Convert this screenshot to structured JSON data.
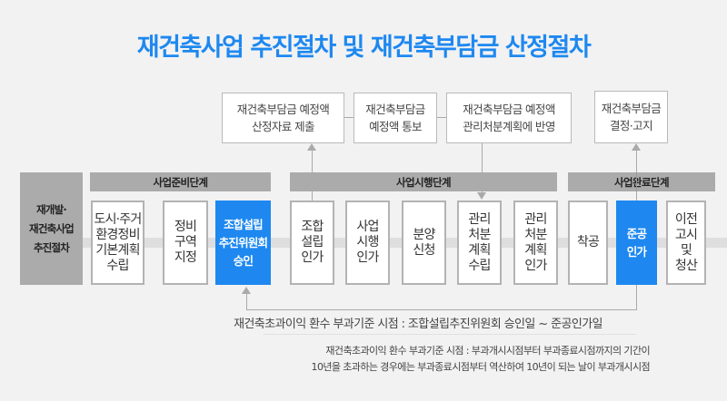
{
  "title": "재건축사업 추진절차 및 재건축부담금 산정절차",
  "top_boxes": [
    {
      "label": "재건축부담금 예정액\n산정자료 제출"
    },
    {
      "label": "재건축부담금\n예정액 통보"
    },
    {
      "label": "재건축부담금 예정액\n관리처분계획에 반영"
    },
    {
      "label": "재건축부담금\n결정·고지"
    }
  ],
  "left_label": "재개발·\n재건축사업\n추진절차",
  "phases": [
    {
      "label": "사업준비단계"
    },
    {
      "label": "사업시행단계"
    },
    {
      "label": "사업완료단계"
    }
  ],
  "steps": [
    {
      "label": "도시·주거\n환경정비\n기본계획\n수립",
      "highlight": false
    },
    {
      "label": "정비\n구역\n지정",
      "highlight": false
    },
    {
      "label": "조합설립\n추진위원회\n승인",
      "highlight": true
    },
    {
      "label": "조합\n설립\n인가",
      "highlight": false
    },
    {
      "label": "사업\n시행\n인가",
      "highlight": false
    },
    {
      "label": "분양\n신청",
      "highlight": false
    },
    {
      "label": "관리\n처분\n계획\n수립",
      "highlight": false
    },
    {
      "label": "관리\n처분\n계획\n인가",
      "highlight": false
    },
    {
      "label": "착공",
      "highlight": false
    },
    {
      "label": "준공\n인가",
      "highlight": true
    },
    {
      "label": "이전\n고시\n및\n청산",
      "highlight": false
    }
  ],
  "period_text": "재건축초과이익 환수 부과기준 시점 : 조합설립추진위원회 승인일 ~ 준공인가일",
  "notes": [
    "재건축초과이익 환수 부과기준 시점 : 부과개시시점부터 부과종료시점까지의 기간이",
    "10년을 초과하는 경우에는 부과종료시점부터 역산하여 10년이 되는 날이 부과개시시점"
  ],
  "colors": {
    "accent": "#1e88f0",
    "phase_bar": "#ababab",
    "background": "#f2f2f2"
  }
}
